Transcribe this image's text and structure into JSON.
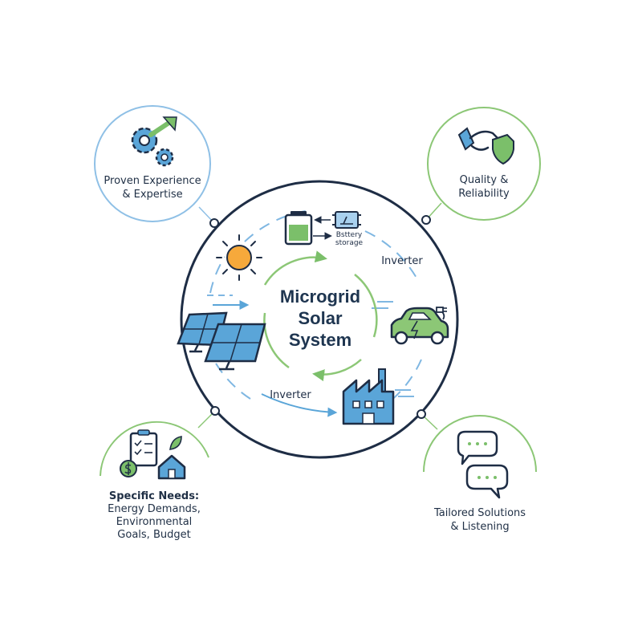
{
  "center": {
    "title_lines": [
      "Microgrid",
      "Solar",
      "System"
    ]
  },
  "inner_labels": {
    "battery": [
      "Bsttery",
      "storage"
    ],
    "inverter_top": "Inverter",
    "inverter_bottom": "Inverter"
  },
  "outer_nodes": {
    "experience": {
      "lines": [
        "Proven Experience",
        "& Expertise"
      ],
      "icon": "gears-arrow-icon"
    },
    "quality": {
      "lines": [
        "Quality &",
        "Reliability"
      ],
      "icon": "handshake-shield-icon"
    },
    "needs": {
      "lines": [
        "Specific Needs:",
        "Energy Demands,",
        "Environmental",
        "Goals, Budget"
      ],
      "icon": "checklist-house-icon"
    },
    "tailored": {
      "lines": [
        "Tailored Solutions",
        "& Listening"
      ],
      "icon": "chat-bubbles-icon"
    }
  },
  "colors": {
    "navy": "#1e2d45",
    "blue": "#5aa5d8",
    "green": "#7bbf6a",
    "orange": "#f6a93b",
    "pale_blue": "#7fb7e2",
    "pale_green": "#8cc776"
  }
}
